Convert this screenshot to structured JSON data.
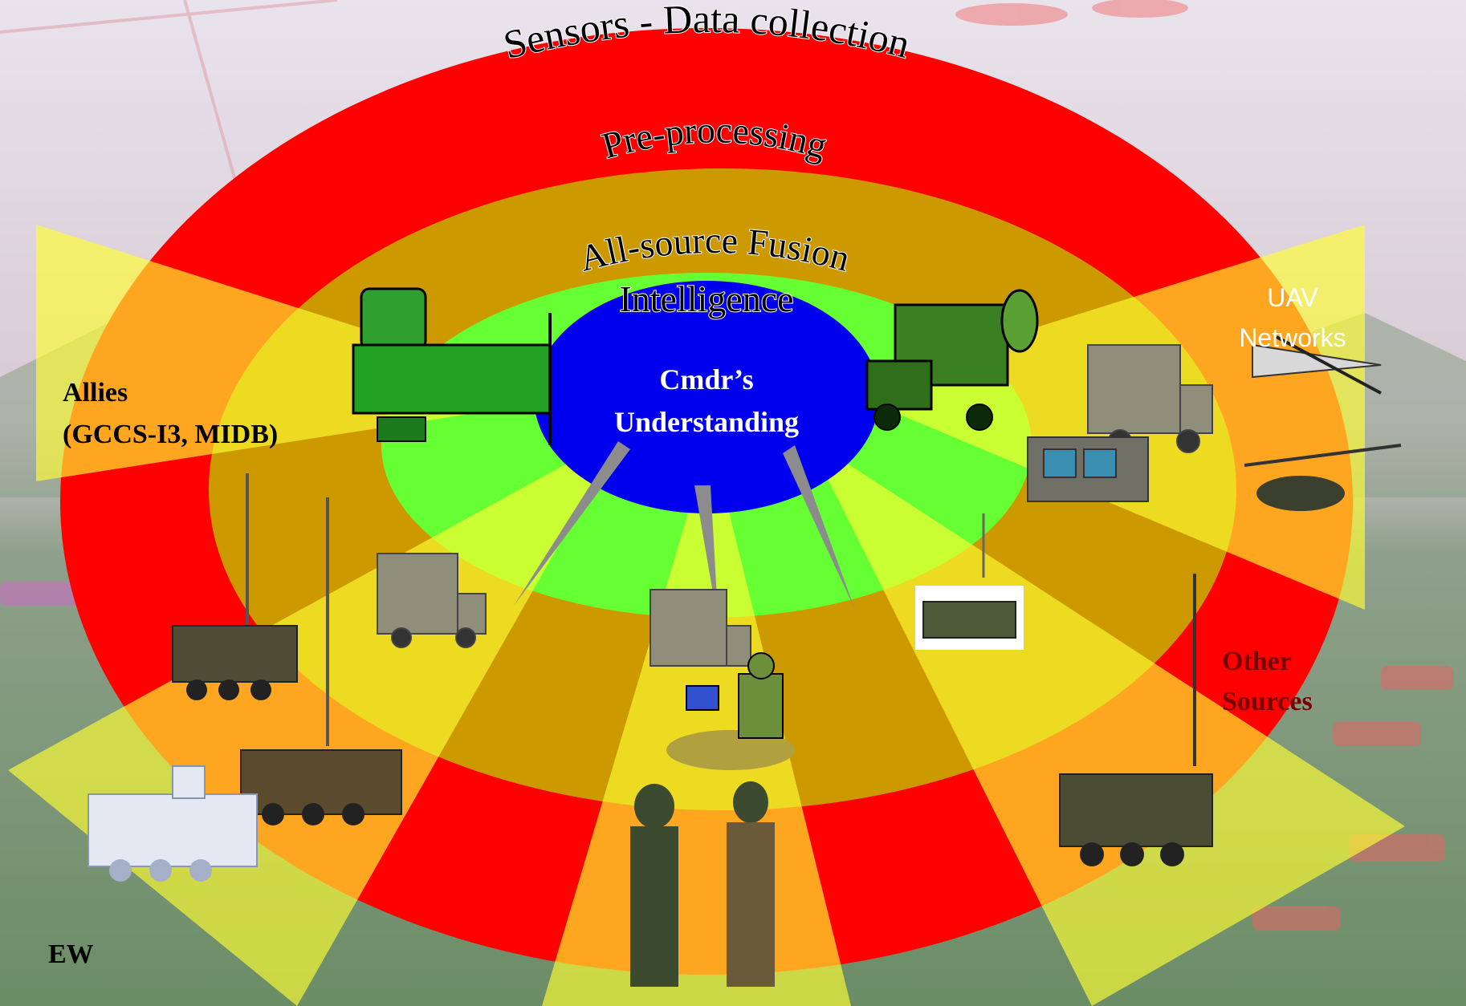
{
  "diagram": {
    "rings": [
      {
        "id": "sensors",
        "label": "Sensors - Data collection",
        "color": "#ff0000"
      },
      {
        "id": "preprocessing",
        "label": "Pre-processing",
        "color": "#cc9900"
      },
      {
        "id": "fusion",
        "label_line1": "All-source Fusion",
        "label_line2": "Intelligence",
        "color": "#66ff33"
      },
      {
        "id": "core",
        "label_line1": "Cmdr’s",
        "label_line2": "Understanding",
        "color": "#0000ee"
      }
    ],
    "beam_color": "#ffff33",
    "sources": {
      "allies": {
        "line1": "Allies",
        "line2": "(GCCS-I3, MIDB)"
      },
      "uav": {
        "line1": "UAV",
        "line2": "Networks"
      },
      "other": {
        "line1": "Other",
        "line2": "Sources"
      },
      "ew": "EW"
    }
  }
}
